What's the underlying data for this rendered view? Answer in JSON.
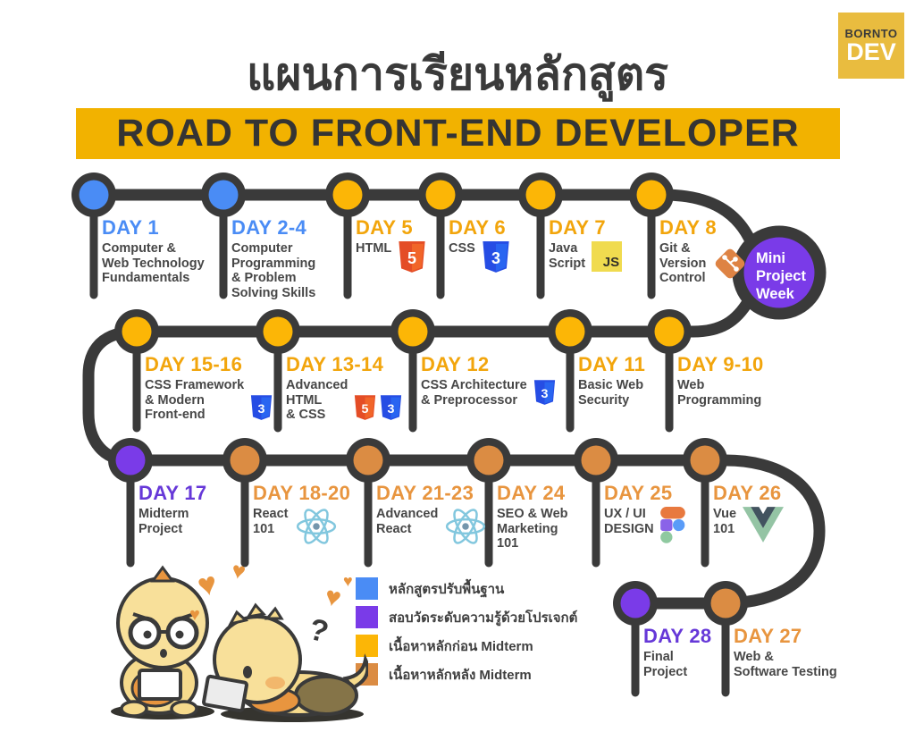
{
  "header": {
    "title_thai": "แผนการเรียนหลักสูตร",
    "banner_title": "ROAD TO FRONT-END DEVELOPER"
  },
  "logo": {
    "top": "BORNTO",
    "bottom": "DEV"
  },
  "mini_project": {
    "label": "Mini\nProject\nWeek"
  },
  "colors": {
    "path": "#3A3A3A",
    "blue": "#4A8CF5",
    "yellow": "#FCB606",
    "orange": "#DB8C43",
    "purple": "#7A3BE8",
    "banner_bg": "#F2B200",
    "logo_bg": "#E9BC3F",
    "label_blue": "#4A8CF5",
    "label_yellow": "#F2A50C",
    "label_orange": "#E8953F",
    "label_purple": "#6638D8",
    "topic_text": "#474747"
  },
  "timeline": {
    "items": [
      {
        "id": "day1",
        "day": "DAY 1",
        "topic": "Computer &\nWeb Technology\nFundamentals",
        "color": "blue",
        "icons": []
      },
      {
        "id": "day2_4",
        "day": "DAY 2-4",
        "topic": "Computer\nProgramming\n& Problem\nSolving Skills",
        "color": "blue",
        "icons": []
      },
      {
        "id": "day5",
        "day": "DAY 5",
        "topic": "HTML",
        "color": "yellow",
        "icons": [
          "html5"
        ]
      },
      {
        "id": "day6",
        "day": "DAY 6",
        "topic": "CSS",
        "color": "yellow",
        "icons": [
          "css3"
        ]
      },
      {
        "id": "day7",
        "day": "DAY 7",
        "topic": "Java\nScript",
        "color": "yellow",
        "icons": [
          "js"
        ]
      },
      {
        "id": "day8",
        "day": "DAY 8",
        "topic": "Git &\nVersion\nControl",
        "color": "yellow",
        "icons": [
          "git"
        ]
      },
      {
        "id": "day15_16",
        "day": "DAY 15-16",
        "topic": "CSS Framework\n& Modern\nFront-end",
        "color": "yellow",
        "icons": [
          "css3"
        ]
      },
      {
        "id": "day13_14",
        "day": "DAY 13-14",
        "topic": "Advanced\nHTML\n& CSS",
        "color": "yellow",
        "icons": [
          "html5",
          "css3"
        ]
      },
      {
        "id": "day12",
        "day": "DAY 12",
        "topic": "CSS Architecture\n& Preprocessor",
        "color": "yellow",
        "icons": [
          "css3"
        ]
      },
      {
        "id": "day11",
        "day": "DAY 11",
        "topic": "Basic Web\nSecurity",
        "color": "yellow",
        "icons": []
      },
      {
        "id": "day9_10",
        "day": "DAY 9-10",
        "topic": "Web\nProgramming",
        "color": "yellow",
        "icons": []
      },
      {
        "id": "day17",
        "day": "DAY 17",
        "topic": "Midterm\nProject",
        "color": "purple",
        "icons": []
      },
      {
        "id": "day18_20",
        "day": "DAY 18-20",
        "topic": "React\n101",
        "color": "orange",
        "icons": [
          "react"
        ]
      },
      {
        "id": "day21_23",
        "day": "DAY 21-23",
        "topic": "Advanced\nReact",
        "color": "orange",
        "icons": [
          "react"
        ]
      },
      {
        "id": "day24",
        "day": "DAY 24",
        "topic": "SEO & Web\nMarketing\n101",
        "color": "orange",
        "icons": []
      },
      {
        "id": "day25",
        "day": "DAY 25",
        "topic": "UX / UI\nDESIGN",
        "color": "orange",
        "icons": [
          "figma"
        ]
      },
      {
        "id": "day26",
        "day": "DAY 26",
        "topic": "Vue\n101",
        "color": "orange",
        "icons": [
          "vue"
        ]
      },
      {
        "id": "day28",
        "day": "DAY 28",
        "topic": "Final\nProject",
        "color": "purple",
        "icons": []
      },
      {
        "id": "day27",
        "day": "DAY 27",
        "topic": "Web &\nSoftware Testing",
        "color": "orange",
        "icons": []
      }
    ]
  },
  "legend": {
    "items": [
      {
        "color": "blue",
        "label": "หลักสูตรปรับพื้นฐาน"
      },
      {
        "color": "purple",
        "label": "สอบวัดระดับความรู้ด้วยโปรเจกต์"
      },
      {
        "color": "yellow",
        "label": "เนื้อหาหลักก่อน Midterm"
      },
      {
        "color": "orange",
        "label": "เนื้อหาหลักหลัง Midterm"
      }
    ]
  }
}
